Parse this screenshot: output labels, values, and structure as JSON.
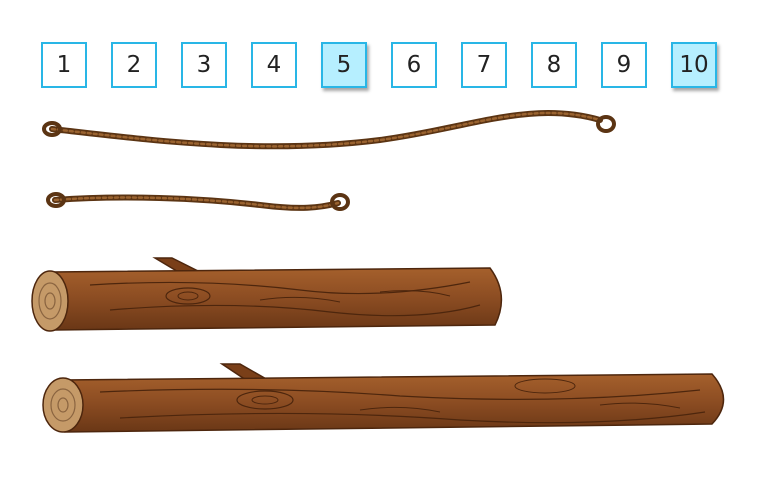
{
  "ruler": {
    "cells": [
      {
        "label": "1",
        "highlighted": false
      },
      {
        "label": "2",
        "highlighted": false
      },
      {
        "label": "3",
        "highlighted": false
      },
      {
        "label": "4",
        "highlighted": false
      },
      {
        "label": "5",
        "highlighted": true
      },
      {
        "label": "6",
        "highlighted": false
      },
      {
        "label": "7",
        "highlighted": false
      },
      {
        "label": "8",
        "highlighted": false
      },
      {
        "label": "9",
        "highlighted": false
      },
      {
        "label": "10",
        "highlighted": true
      }
    ],
    "border_color": "#29b6e6",
    "highlight_color": "#b6efff"
  },
  "objects": [
    {
      "type": "rope",
      "name": "long-rope"
    },
    {
      "type": "rope",
      "name": "short-rope"
    },
    {
      "type": "log",
      "name": "short-log"
    },
    {
      "type": "log",
      "name": "long-log"
    }
  ],
  "colors": {
    "rope": "#7a4a1e",
    "bark": "#8b4c22",
    "bark_dark": "#5a2f12",
    "end_wood": "#c59a68"
  }
}
